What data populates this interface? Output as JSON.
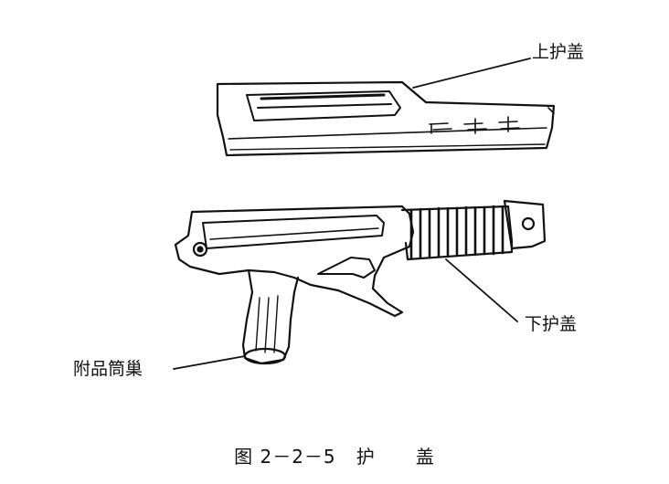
{
  "labels": {
    "upper_cover": "上护盖",
    "lower_cover": "下护盖",
    "accessory_compartment": "附品筒巢"
  },
  "caption": {
    "figure_number": "图 2－2－5",
    "title": "护      盖"
  },
  "colors": {
    "ink": "#111111",
    "background": "#ffffff"
  }
}
